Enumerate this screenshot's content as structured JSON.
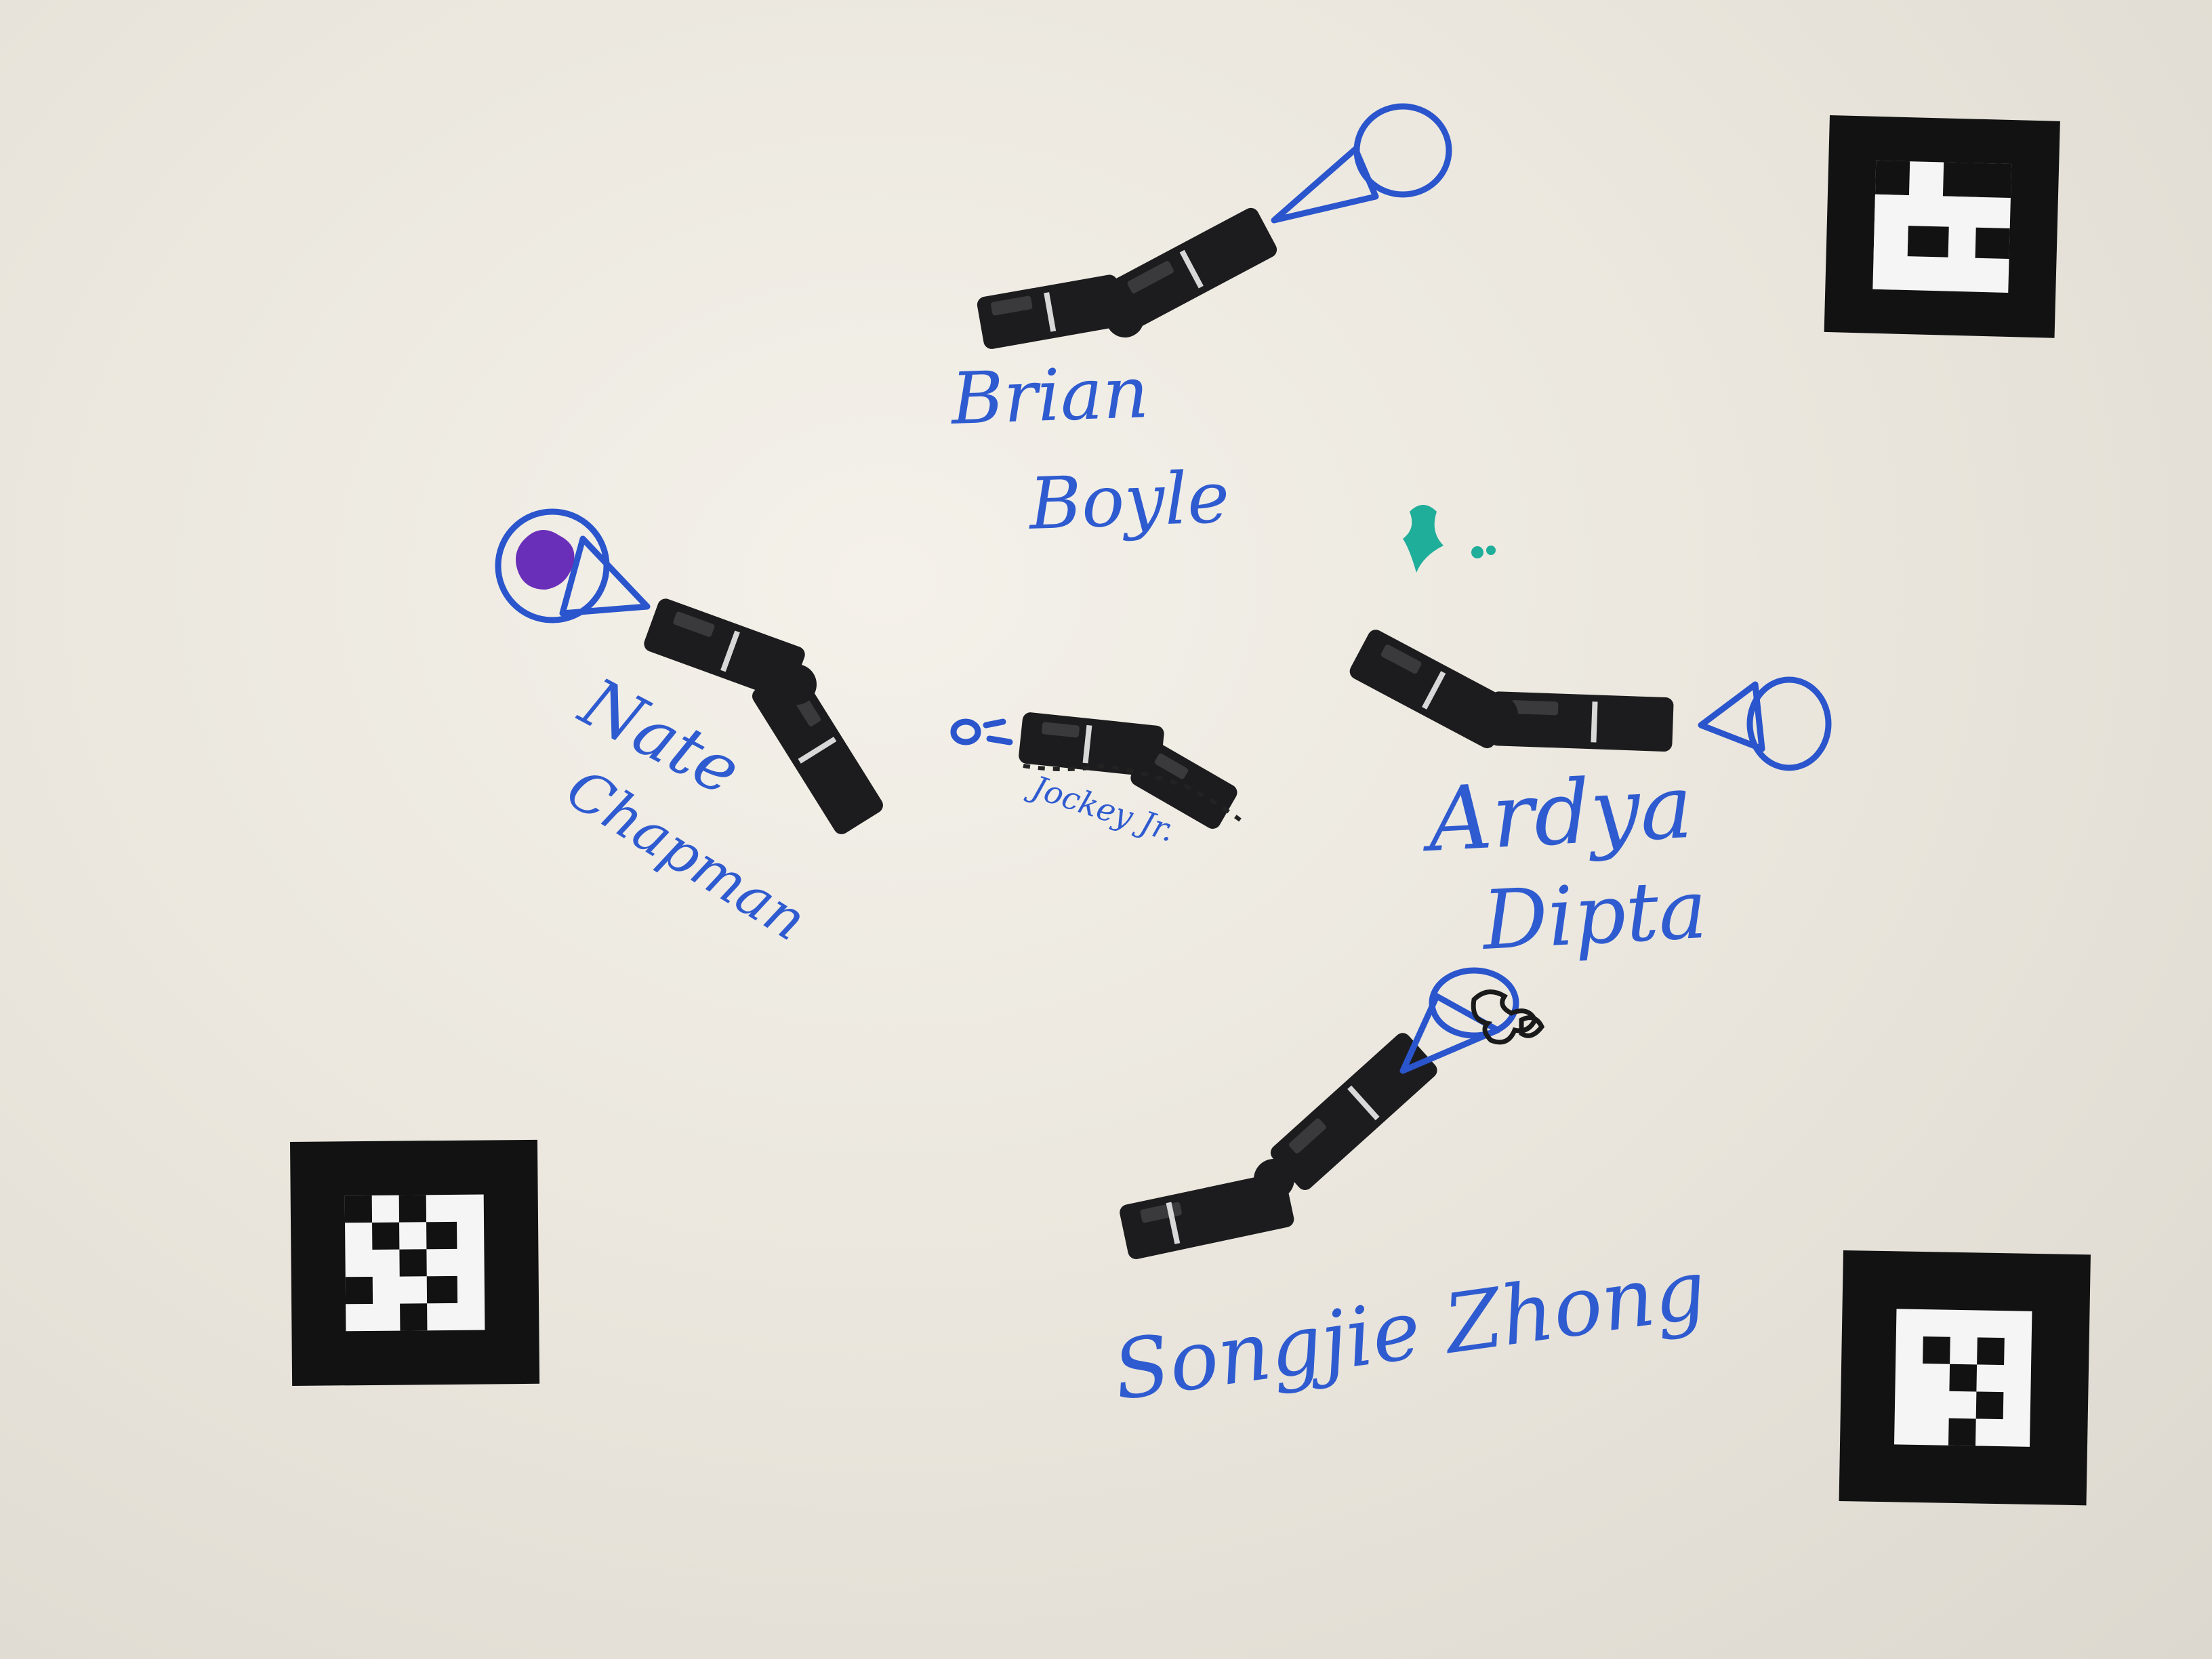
{
  "people": [
    {
      "id": "brian",
      "first": "Brian",
      "last": "Boyle"
    },
    {
      "id": "nate",
      "first": "Nate",
      "last": "Chapman"
    },
    {
      "id": "ardya",
      "first": "Ardya",
      "last": "Dipta"
    },
    {
      "id": "songjie",
      "full": "Songjie Zhong"
    },
    {
      "id": "jockey",
      "full": "Jockey Jr."
    }
  ],
  "colors": {
    "whiteboard": "#ece8df",
    "marker_blue": "#2f5bd0",
    "marker_purple": "#6a2fb8",
    "marker_teal": "#1fae9a",
    "robot_black": "#1c1c1e",
    "tag_black": "#111111"
  },
  "tags": [
    "fiducial-marker-top-right",
    "fiducial-marker-bottom-left",
    "fiducial-marker-bottom-right"
  ]
}
